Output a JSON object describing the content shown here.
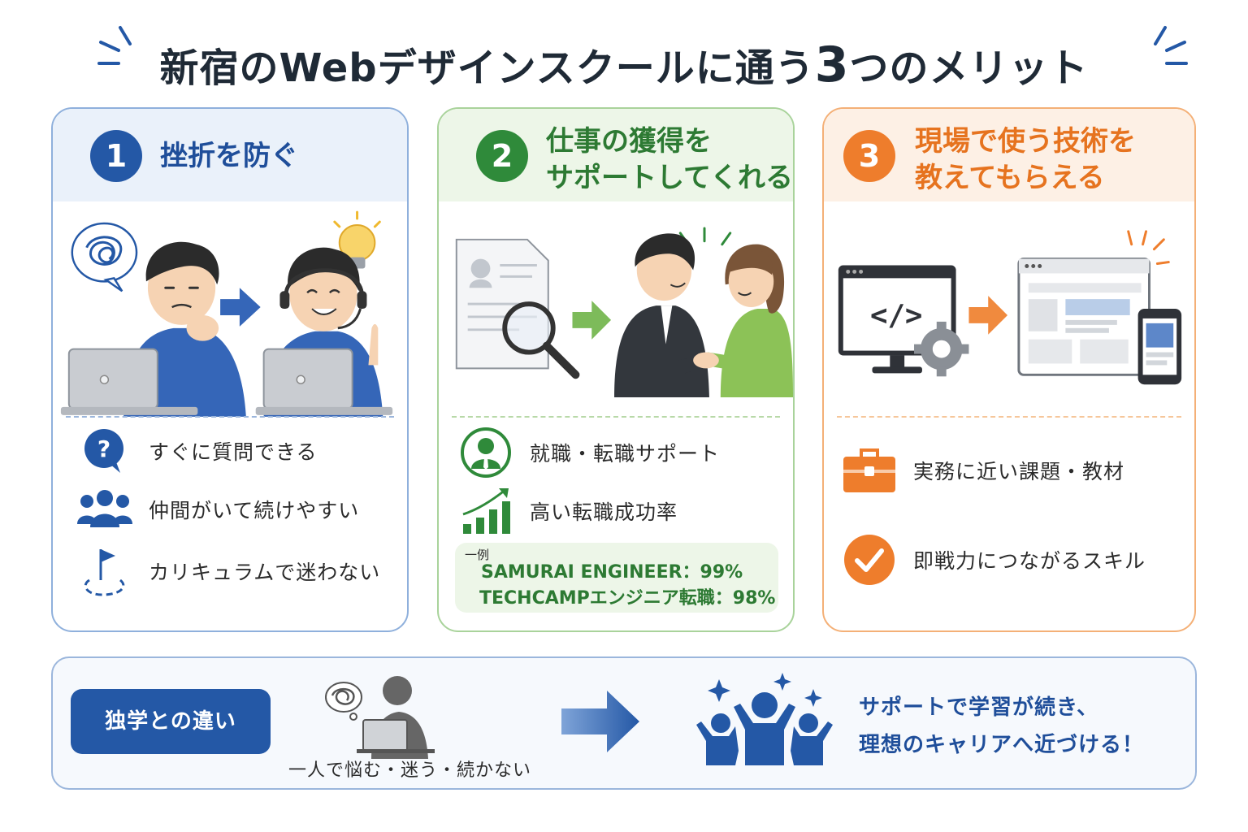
{
  "title": {
    "prefix": "新宿のWebデザインスクールに通う",
    "number": "3",
    "suffix": "つのメリット"
  },
  "cards": [
    {
      "number": "1",
      "title": "挫折を防ぐ",
      "features": [
        "すぐに質問できる",
        "仲間がいて続けやすい",
        "カリキュラムで迷わない"
      ]
    },
    {
      "number": "2",
      "title_line1": "仕事の獲得を",
      "title_line2": "サポートしてくれる",
      "features": [
        "就職・転職サポート",
        "高い転職成功率"
      ],
      "example": {
        "label": "一例",
        "rows": [
          "SAMURAI ENGINEER：99%",
          "TECHCAMPエンジニア転職：98%"
        ]
      }
    },
    {
      "number": "3",
      "title_line1": "現場で使う技術を",
      "title_line2": "教えてもらえる",
      "features": [
        "実務に近い課題・教材",
        "即戦力につながるスキル"
      ]
    }
  ],
  "bottom": {
    "button": "独学との違い",
    "alone_caption": "一人で悩む・迷う・続かない",
    "result_line1": "サポートで学習が続き、",
    "result_line2": "理想のキャリアへ近づける！"
  },
  "colors": {
    "blue": "#2458a6",
    "green": "#2f8a3a",
    "orange": "#ee7d2c",
    "title": "#1f2a36"
  },
  "icons": [
    "question-bubble-icon",
    "people-group-icon",
    "flag-path-icon",
    "user-badge-icon",
    "growth-chart-icon",
    "briefcase-icon",
    "check-circle-icon",
    "arrow-right-icon",
    "code-monitor-icon",
    "gear-icon",
    "lightbulb-icon",
    "magnifier-icon",
    "headset-icon",
    "laptop-icon"
  ]
}
